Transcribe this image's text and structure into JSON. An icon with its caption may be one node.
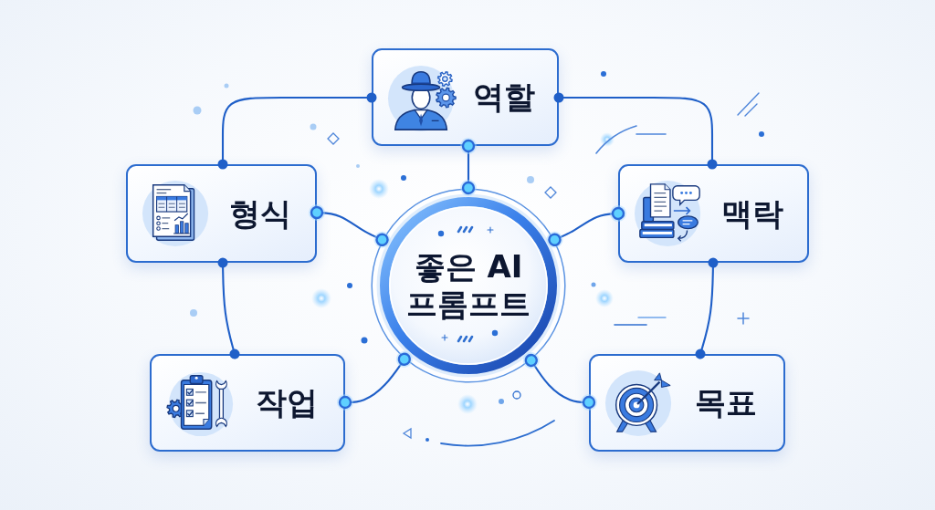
{
  "diagram": {
    "nodes": [
      {
        "text": [
          "역할"
        ]
      },
      {
        "text": [
          "형식"
        ]
      },
      {
        "text": [
          "맥락"
        ]
      },
      {
        "text": [
          "좋은 AI 프롬프트"
        ]
      },
      {
        "text": [
          "작업"
        ]
      },
      {
        "text": [
          "목표"
        ]
      }
    ],
    "edges": [
      {
        "from": 3,
        "to": 0,
        "arrow": "other"
      },
      {
        "from": 3,
        "to": 1,
        "arrow": "other"
      },
      {
        "from": 3,
        "to": 2,
        "arrow": "other"
      },
      {
        "from": 3,
        "to": 4,
        "arrow": "other"
      },
      {
        "from": 3,
        "to": 5,
        "arrow": "other"
      },
      {
        "from": 0,
        "to": 1,
        "arrow": "other"
      },
      {
        "from": 0,
        "to": 2,
        "arrow": "other"
      },
      {
        "from": 1,
        "to": 4,
        "arrow": "other"
      },
      {
        "from": 2,
        "to": 5,
        "arrow": "other"
      }
    ]
  }
}
